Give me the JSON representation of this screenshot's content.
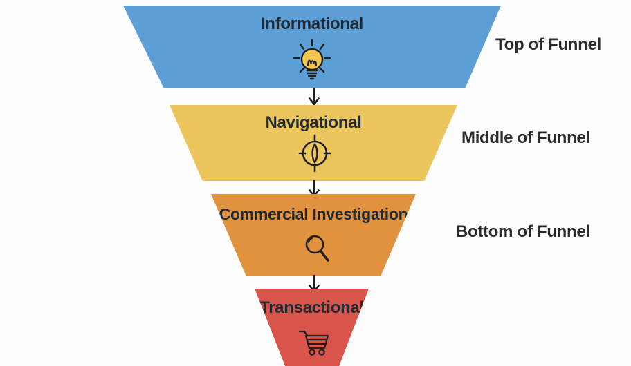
{
  "background_color": "#fdfdfd",
  "funnel": {
    "stages": [
      {
        "label": "Informational",
        "icon": "lightbulb-icon",
        "fill_color": "#5b9fd6"
      },
      {
        "label": "Navigational",
        "icon": "compass-icon",
        "fill_color": "#ecc55d"
      },
      {
        "label": "Commercial Investigation",
        "icon": "magnifying-glass-icon",
        "fill_color": "#e0923f"
      },
      {
        "label": "Transactional",
        "icon": "shopping-cart-icon",
        "fill_color": "#d9544a"
      }
    ],
    "stage_label_color": "#212a33",
    "lightbulb_bulb_fill": "#f2c54e"
  },
  "side_labels": [
    {
      "text": "Top of Funnel"
    },
    {
      "text": "Middle of Funnel"
    },
    {
      "text": "Bottom of Funnel"
    }
  ],
  "side_label_color": "#2b2b2b",
  "arrow_color": "#1c1c1c",
  "icon_stroke_color": "#1f1f1f"
}
